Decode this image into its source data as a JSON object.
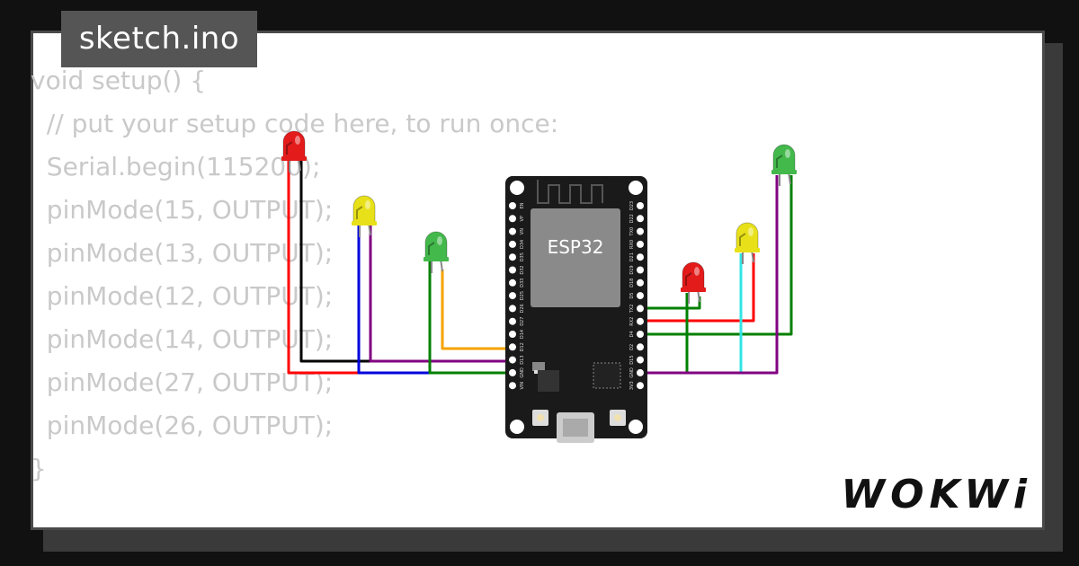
{
  "file_tab": {
    "label": "sketch.ino"
  },
  "code_lines": [
    "void setup() {",
    "  // put your setup code here, to run once:",
    "  Serial.begin(115200);",
    "  pinMode(15, OUTPUT);",
    "  pinMode(13, OUTPUT);",
    "  pinMode(12, OUTPUT);",
    "  pinMode(14, OUTPUT);",
    "  pinMode(27, OUTPUT);",
    "  pinMode(26, OUTPUT);",
    "}"
  ],
  "board": {
    "chip_label": "ESP32",
    "left_pins": [
      "EN",
      "VP",
      "VN",
      "D34",
      "D35",
      "D32",
      "D33",
      "D25",
      "D26",
      "D27",
      "D14",
      "D12",
      "D13",
      "GND",
      "VIN"
    ],
    "right_pins": [
      "D23",
      "D22",
      "TX0",
      "RX0",
      "D21",
      "D19",
      "D18",
      "D5",
      "TX2",
      "RX2",
      "D4",
      "D2",
      "D15",
      "GND",
      "3V3"
    ]
  },
  "brand": {
    "label": "WOKWi"
  },
  "colors": {
    "led_red": "#e31b1b",
    "led_yellow": "#e8e11a",
    "led_green": "#43b84b",
    "wire_black": "#000000",
    "wire_red": "#ff0000",
    "wire_blue": "#0000dd",
    "wire_purple": "#800080",
    "wire_green": "#008000",
    "wire_orange": "#f5a300",
    "wire_cyan": "#33e5e5"
  }
}
